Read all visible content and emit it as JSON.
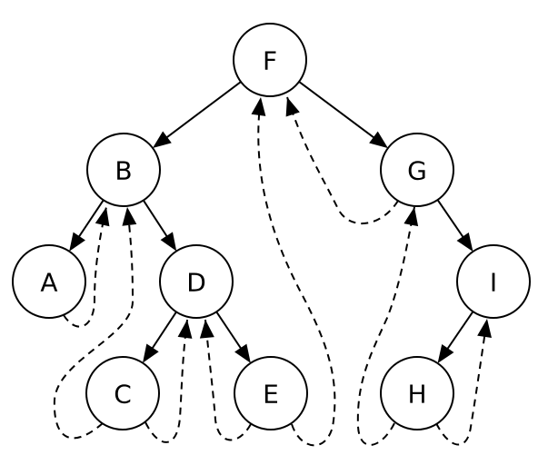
{
  "diagram": {
    "type": "binary-tree-traversal",
    "nodes": [
      {
        "id": "F",
        "label": "F"
      },
      {
        "id": "B",
        "label": "B"
      },
      {
        "id": "G",
        "label": "G"
      },
      {
        "id": "A",
        "label": "A"
      },
      {
        "id": "D",
        "label": "D"
      },
      {
        "id": "I",
        "label": "I"
      },
      {
        "id": "C",
        "label": "C"
      },
      {
        "id": "E",
        "label": "E"
      },
      {
        "id": "H",
        "label": "H"
      }
    ],
    "tree_edges": [
      {
        "from": "F",
        "to": "B"
      },
      {
        "from": "F",
        "to": "G"
      },
      {
        "from": "B",
        "to": "A"
      },
      {
        "from": "B",
        "to": "D"
      },
      {
        "from": "D",
        "to": "C"
      },
      {
        "from": "D",
        "to": "E"
      },
      {
        "from": "G",
        "to": "I"
      },
      {
        "from": "I",
        "to": "H"
      }
    ],
    "return_edges": [
      {
        "from": "A",
        "to": "B"
      },
      {
        "from": "C",
        "to": "D"
      },
      {
        "from": "C",
        "to": "B"
      },
      {
        "from": "E",
        "to": "D"
      },
      {
        "from": "E",
        "to": "F"
      },
      {
        "from": "G",
        "to": "F"
      },
      {
        "from": "H",
        "to": "I"
      },
      {
        "from": "H",
        "to": "G"
      }
    ],
    "colors": {
      "stroke": "#000000",
      "fill": "#ffffff",
      "text": "#000000"
    }
  }
}
